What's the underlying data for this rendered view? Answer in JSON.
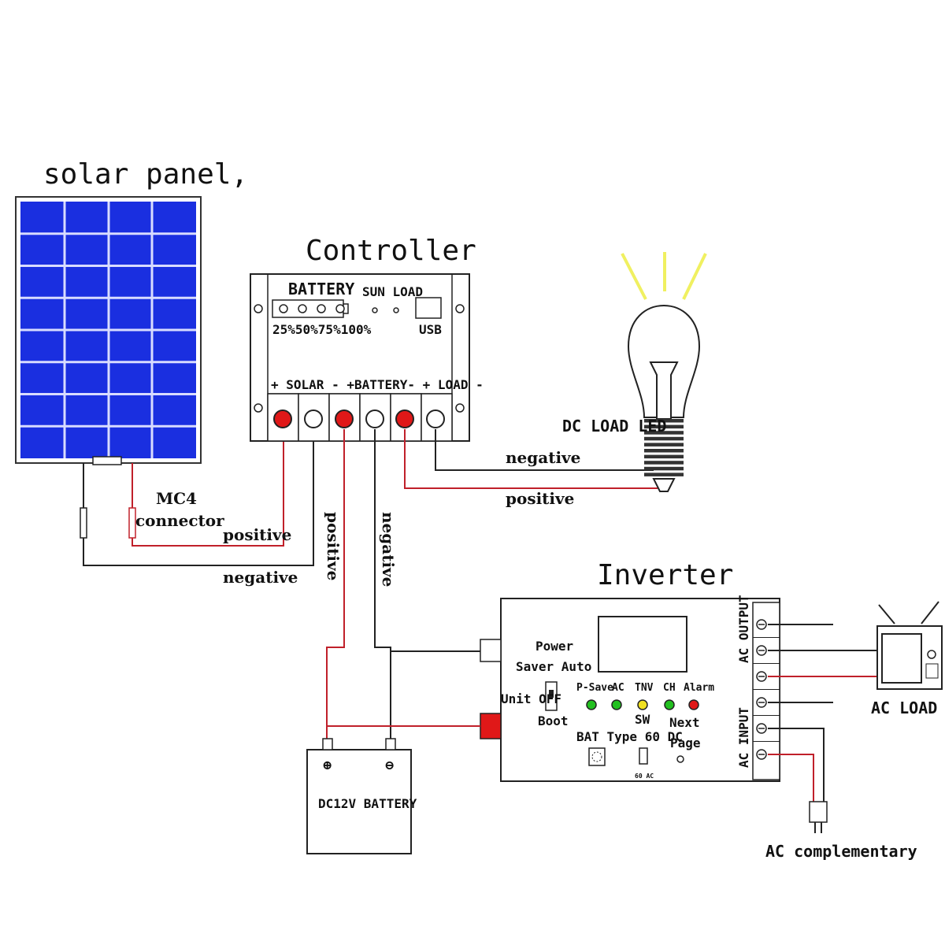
{
  "solar_panel": {
    "title": "solar panel,"
  },
  "connector": {
    "line1": "MC4",
    "line2": "connector"
  },
  "controller": {
    "title": "Controller",
    "battery_label": "BATTERY",
    "levels": "25%50%75%100%",
    "sun_load": "SUN LOAD",
    "usb": "USB",
    "terminals": "+ SOLAR - +BATTERY- + LOAD -"
  },
  "wires": {
    "solar_positive": "positive",
    "solar_negative": "negative",
    "battery_positive": "positive",
    "battery_negative": "negative",
    "load_negative": "negative",
    "load_positive": "positive"
  },
  "load": {
    "label": "DC LOAD LED"
  },
  "inverter": {
    "title": "Inverter",
    "power_saver_1": "Power",
    "power_saver_2": "Saver Auto",
    "unit_off": "Unit OFF",
    "boot": "Boot",
    "leds": [
      "P-Save",
      "AC",
      "TNV",
      "CH",
      "Alarm"
    ],
    "sw": "SW",
    "next": "Next",
    "page": "Page",
    "bat_type": "BAT Type 60 DC",
    "sw_small": "60 AC",
    "ac_output": "AC OUTPUT",
    "ac_input": "AC INPUT"
  },
  "battery": {
    "label": "DC12V BATTERY",
    "plus": "⊕",
    "minus": "⊖"
  },
  "tv": {
    "label": "AC LOAD TV"
  },
  "complementary": {
    "label": "AC complementary"
  },
  "colors": {
    "panel_blue": "#1a2fe0",
    "red_wire": "#c0202a",
    "red_terminal": "#e01818",
    "green_led": "#22c020",
    "yellow_led": "#f0e020",
    "red_led": "#e01818",
    "bulb_rays": "#f0f060"
  }
}
